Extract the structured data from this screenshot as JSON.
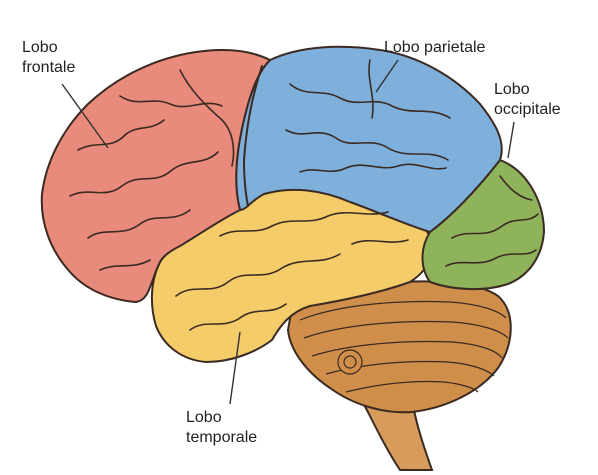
{
  "labels": {
    "frontal": {
      "line1": "Lobo",
      "line2": "frontale"
    },
    "parietal": {
      "line1": "Lobo parietale"
    },
    "occipital": {
      "line1": "Lobo",
      "line2": "occipitale"
    },
    "temporal": {
      "line1": "Lobo",
      "line2": "temporale"
    }
  },
  "colors": {
    "frontal": "#e98b7c",
    "parietal": "#7fb0dc",
    "occipital": "#8fb35a",
    "temporal": "#f4cc6a",
    "cerebellum": "#cf8f4a",
    "brainstem": "#d79b5b",
    "outline": "#3a2a22"
  }
}
